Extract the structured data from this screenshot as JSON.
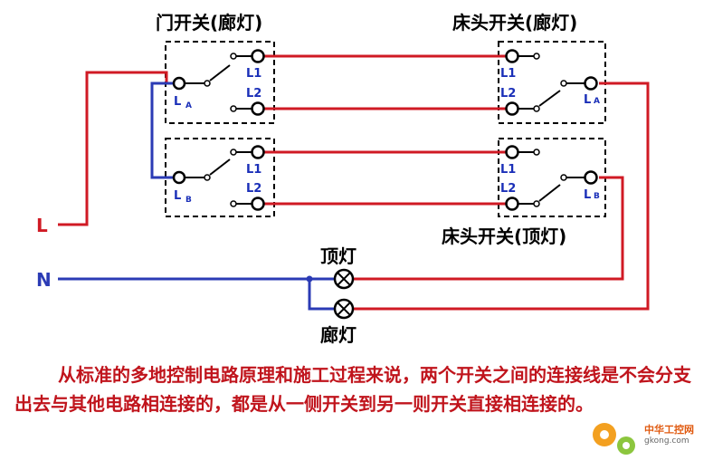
{
  "labels": {
    "door_switch": "门开关(廊灯)",
    "bed_switch_corridor": "床头开关(廊灯)",
    "bed_switch_top": "床头开关(顶灯)",
    "top_lamp": "顶灯",
    "corridor_lamp": "廊灯",
    "line_L": "L",
    "line_N": "N"
  },
  "terminals": {
    "L1": "L1",
    "L2": "L2",
    "L": "L",
    "A": "A",
    "B": "B"
  },
  "note": "从标准的多地控制电路原理和施工过程来说，两个开关之间的连接线是不会分支出去与其他电路相连接的，都是从一侧开关到另一则开关直接相连接的。",
  "watermark": {
    "name": "中华工控网",
    "url": "gkong.com"
  },
  "colors": {
    "live": "#d01a24",
    "neutral": "#2b3bb5",
    "terminal_text": "#1a2fb8",
    "note": "#c0141c"
  }
}
